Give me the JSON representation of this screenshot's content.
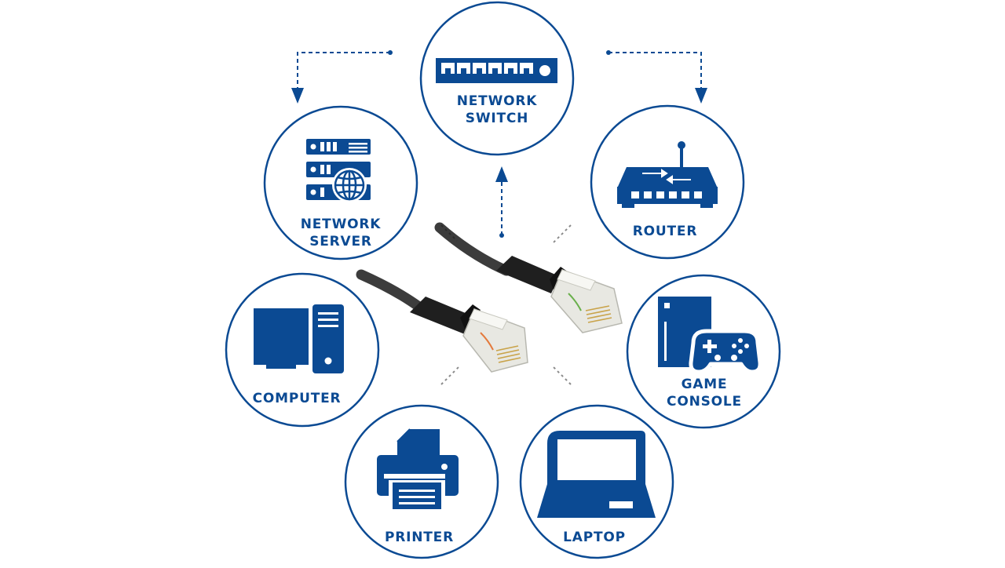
{
  "theme": {
    "accent": "#0b4a93",
    "cable": "#1a1a1a",
    "connector": "#f1f1ec"
  },
  "nodes": {
    "switch": {
      "line1": "NETWORK",
      "line2": "SWITCH",
      "icon": "network-switch-icon"
    },
    "server": {
      "line1": "NETWORK",
      "line2": "SERVER",
      "icon": "network-server-icon"
    },
    "router": {
      "line1": "ROUTER",
      "icon": "router-icon"
    },
    "computer": {
      "line1": "COMPUTER",
      "icon": "computer-icon"
    },
    "console": {
      "line1": "GAME",
      "line2": "CONSOLE",
      "icon": "game-console-icon"
    },
    "printer": {
      "line1": "PRINTER",
      "icon": "printer-icon"
    },
    "laptop": {
      "line1": "LAPTOP",
      "icon": "laptop-icon"
    }
  },
  "center_image": "ethernet-cables"
}
